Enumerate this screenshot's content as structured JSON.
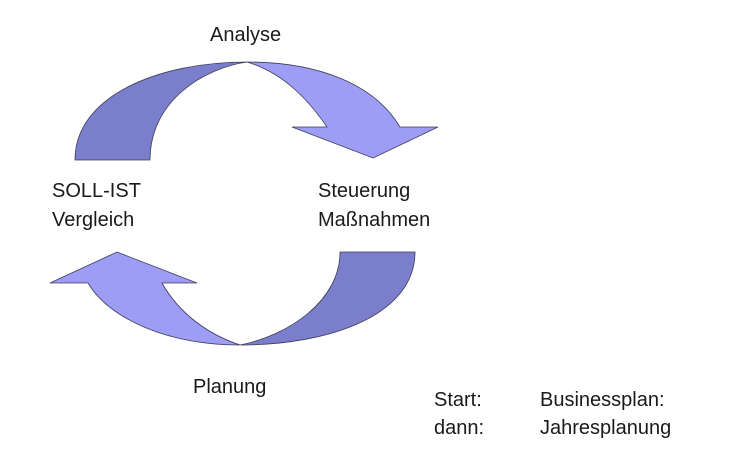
{
  "diagram": {
    "steps": {
      "top": "Analyse",
      "left_line1": "SOLL-IST",
      "left_line2": "Vergleich",
      "right_line1": "Steuerung",
      "right_line2": "Maßnahmen",
      "bottom": "Planung"
    },
    "notes": [
      {
        "label": "Start:",
        "value": "Businessplan:"
      },
      {
        "label": "dann:",
        "value": "Jahresplanung"
      }
    ],
    "colors": {
      "arrow_dark": "#7b7fcb",
      "arrow_light": "#9d9df5",
      "outline": "#3c3c5a"
    }
  }
}
